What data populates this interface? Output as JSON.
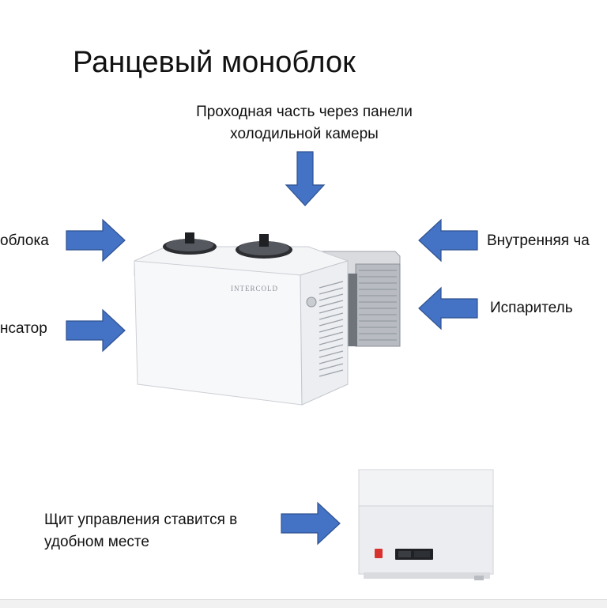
{
  "title": "Ранцевый моноблок",
  "labels": {
    "pass_through": [
      "Проходная часть через панели",
      "холодильной камеры"
    ],
    "left_top": "облока",
    "left_bottom": "нсатор",
    "right_top": "Внутренняя ча",
    "right_bottom": "Испаритель",
    "control_panel": [
      "Щит управления ставится в",
      "удобном месте"
    ]
  },
  "unit_brand": "INTERCOLD",
  "colors": {
    "arrow_fill": "#4472c4",
    "arrow_stroke": "#2f528f"
  }
}
